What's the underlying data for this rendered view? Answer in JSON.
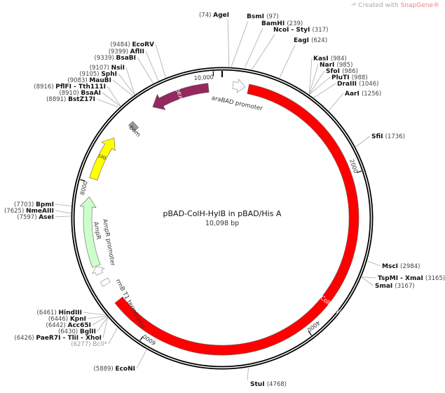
{
  "credit": {
    "prefix": "Created with ",
    "brand": "SnapGene®"
  },
  "plasmid": {
    "name": "pBAD-ColH-HylB in pBAD/His A",
    "length_label": "10,098 bp",
    "length": 10098
  },
  "ticks": [
    {
      "bp": 2000,
      "label": "2000"
    },
    {
      "bp": 4000,
      "label": "4000"
    },
    {
      "bp": 6000,
      "label": "6000"
    },
    {
      "bp": 8000,
      "label": "8000"
    },
    {
      "bp": 10000,
      "label": "10,000"
    }
  ],
  "features": [
    {
      "id": "araC",
      "label": "araC",
      "start": 9200,
      "end": 9930,
      "dir": -1,
      "color": "#94285f",
      "kind": "arrow"
    },
    {
      "id": "araBAD-promoter",
      "label": "araBAD promoter",
      "start": 130,
      "end": 280,
      "dir": 1,
      "color": "#ffffff",
      "kind": "arrow"
    },
    {
      "id": "pBAD-ColH-HylB",
      "label": "pBAD-ColH-HylB",
      "start": 320,
      "end": 6500,
      "dir": 0,
      "color": "#ff0000",
      "kind": "bar"
    },
    {
      "id": "bom",
      "label": "bom",
      "start": 8830,
      "end": 8900,
      "dir": 0,
      "color": "#999999",
      "kind": "box"
    },
    {
      "id": "ori",
      "label": "ori",
      "start": 8050,
      "end": 8600,
      "dir": 1,
      "color": "#ffff00",
      "kind": "arrow"
    },
    {
      "id": "AmpR",
      "label": "AmpR",
      "start": 6990,
      "end": 7830,
      "dir": 1,
      "color": "#ccffcc",
      "kind": "arrow"
    },
    {
      "id": "AmpR-promoter",
      "label": "AmpR promoter",
      "start": 6890,
      "end": 6985,
      "dir": 1,
      "color": "#ffffff",
      "kind": "arrow"
    },
    {
      "id": "rrnB-T1-terminator",
      "label": "rrnB T1 terminator",
      "start": 6740,
      "end": 6800,
      "dir": 0,
      "color": "#ffffff",
      "kind": "box"
    }
  ],
  "enzymes": [
    {
      "name": "AgeI",
      "pos": "(74)",
      "bp": 74,
      "side": "left"
    },
    {
      "name": "BsmI",
      "pos": "(97)",
      "bp": 97,
      "side": "right"
    },
    {
      "name": "BamHI",
      "pos": "(239)",
      "bp": 239,
      "side": "right"
    },
    {
      "name": "NcoI - StyI",
      "pos": "(317)",
      "bp": 317,
      "side": "right"
    },
    {
      "name": "EagI",
      "pos": "(624)",
      "bp": 624,
      "side": "right"
    },
    {
      "name": "KasI",
      "pos": "(984)",
      "bp": 984,
      "side": "right"
    },
    {
      "name": "NarI",
      "pos": "(985)",
      "bp": 985,
      "side": "right"
    },
    {
      "name": "SfoI",
      "pos": "(986)",
      "bp": 986,
      "side": "right"
    },
    {
      "name": "PluTI",
      "pos": "(988)",
      "bp": 988,
      "side": "right"
    },
    {
      "name": "DraIII",
      "pos": "(1046)",
      "bp": 1046,
      "side": "right"
    },
    {
      "name": "AarI",
      "pos": "(1256)",
      "bp": 1256,
      "side": "right"
    },
    {
      "name": "SfiI",
      "pos": "(1736)",
      "bp": 1736,
      "side": "right"
    },
    {
      "name": "MscI",
      "pos": "(2984)",
      "bp": 2984,
      "side": "right"
    },
    {
      "name": "TspMI - XmaI",
      "pos": "(3165)",
      "bp": 3165,
      "side": "right"
    },
    {
      "name": "SmaI",
      "pos": "(3167)",
      "bp": 3167,
      "side": "right"
    },
    {
      "name": "StuI",
      "pos": "(4768)",
      "bp": 4768,
      "side": "right"
    },
    {
      "name": "EcoNI",
      "pos": "(5889)",
      "bp": 5889,
      "side": "left"
    },
    {
      "name": "BclI*",
      "pos": "(6277)",
      "bp": 6277,
      "side": "left",
      "dim": true
    },
    {
      "name": "PaeR7I - TliI - XhoI",
      "pos": "(6426)",
      "bp": 6426,
      "side": "left"
    },
    {
      "name": "BglII",
      "pos": "(6430)",
      "bp": 6430,
      "side": "left"
    },
    {
      "name": "Acc65I",
      "pos": "(6442)",
      "bp": 6442,
      "side": "left"
    },
    {
      "name": "KpnI",
      "pos": "(6446)",
      "bp": 6446,
      "side": "left"
    },
    {
      "name": "HindIII",
      "pos": "(6461)",
      "bp": 6461,
      "side": "left"
    },
    {
      "name": "AseI",
      "pos": "(7597)",
      "bp": 7597,
      "side": "left"
    },
    {
      "name": "NmeAIII",
      "pos": "(7625)",
      "bp": 7625,
      "side": "left"
    },
    {
      "name": "BpmI",
      "pos": "(7703)",
      "bp": 7703,
      "side": "left"
    },
    {
      "name": "BstZ17I",
      "pos": "(8891)",
      "bp": 8891,
      "side": "left"
    },
    {
      "name": "BsaAI",
      "pos": "(8910)",
      "bp": 8910,
      "side": "left"
    },
    {
      "name": "PflFI - Tth111I",
      "pos": "(8916)",
      "bp": 8916,
      "side": "left"
    },
    {
      "name": "MauBI",
      "pos": "(9083)",
      "bp": 9083,
      "side": "left"
    },
    {
      "name": "SphI",
      "pos": "(9105)",
      "bp": 9105,
      "side": "left"
    },
    {
      "name": "NsiI",
      "pos": "(9107)",
      "bp": 9107,
      "side": "left"
    },
    {
      "name": "BsaBI",
      "pos": "(9339)",
      "bp": 9339,
      "side": "left"
    },
    {
      "name": "AflII",
      "pos": "(9399)",
      "bp": 9399,
      "side": "left"
    },
    {
      "name": "EcoRV",
      "pos": "(9484)",
      "bp": 9484,
      "side": "left"
    }
  ]
}
